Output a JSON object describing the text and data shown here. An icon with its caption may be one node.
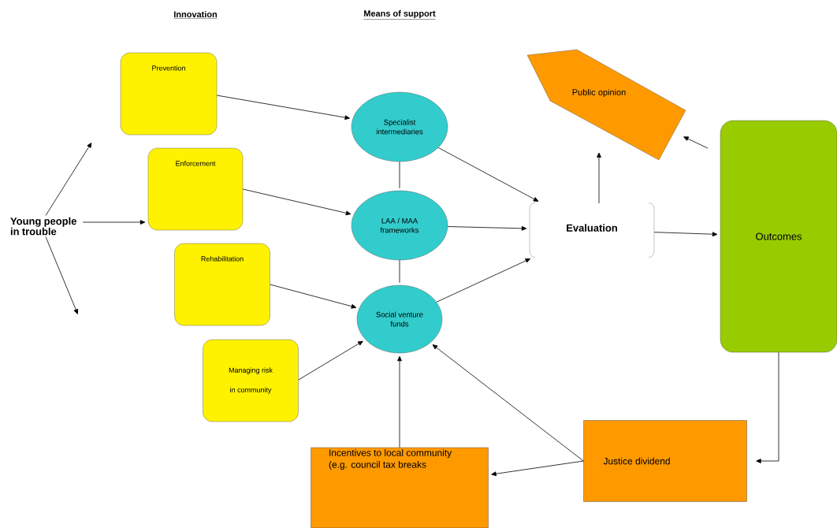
{
  "diagram": {
    "nodes": [
      {
        "text": [
          "Young people in trouble"
        ]
      },
      {
        "text": [
          "Prevention"
        ]
      },
      {
        "text": [
          "Enforcement"
        ]
      },
      {
        "text": [
          "Rehabilitation"
        ]
      },
      {
        "text": [
          "Managing risk in community"
        ]
      },
      {
        "text": [
          "Specialist intermediaries"
        ]
      },
      {
        "text": [
          "LAA / MAA frameworks"
        ]
      },
      {
        "text": [
          "Social venture funds"
        ]
      },
      {
        "text": [
          "Public opinion"
        ]
      },
      {
        "text": [
          "Evaluation"
        ]
      },
      {
        "text": [
          "Outcomes"
        ]
      },
      {
        "text": [
          "Incentives to local community (e.g. council tax breaks"
        ]
      },
      {
        "text": [
          "Justice dividend"
        ]
      }
    ],
    "edges": [
      {
        "from": 0,
        "to": 1,
        "arrow": "to"
      },
      {
        "from": 0,
        "to": 2,
        "arrow": "to"
      },
      {
        "from": 0,
        "to": null,
        "arrow": "to"
      },
      {
        "from": 1,
        "to": 5,
        "arrow": "to"
      },
      {
        "from": 2,
        "to": 6,
        "arrow": "to"
      },
      {
        "from": 3,
        "to": 7,
        "arrow": "to"
      },
      {
        "from": 4,
        "to": 7,
        "arrow": "to"
      },
      {
        "from": 5,
        "to": 6,
        "arrow": "none"
      },
      {
        "from": 6,
        "to": 7,
        "arrow": "none"
      },
      {
        "from": 5,
        "to": 9,
        "arrow": "to"
      },
      {
        "from": 6,
        "to": 9,
        "arrow": "to"
      },
      {
        "from": 7,
        "to": 9,
        "arrow": "to"
      },
      {
        "from": 9,
        "to": 8,
        "arrow": "to"
      },
      {
        "from": 10,
        "to": 8,
        "arrow": "to"
      },
      {
        "from": 9,
        "to": 10,
        "arrow": "to"
      },
      {
        "from": 10,
        "to": 12,
        "arrow": "to"
      },
      {
        "from": 12,
        "to": 7,
        "arrow": "to"
      },
      {
        "from": 12,
        "to": 11,
        "arrow": "to"
      },
      {
        "from": 11,
        "to": 7,
        "arrow": "to"
      }
    ],
    "labels": [
      "Innovation",
      "Means of support"
    ]
  }
}
